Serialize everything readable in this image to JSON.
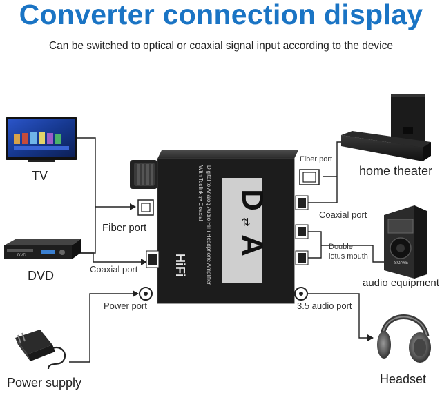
{
  "title": "Converter connection display",
  "subtitle": "Can be switched to optical or coaxial signal input according to the device",
  "devices": {
    "tv": "TV",
    "dvd": "DVD",
    "power_supply": "Power supply",
    "home_theater": "home theater",
    "audio_equipment": "audio equipment",
    "headset": "Headset"
  },
  "ports": {
    "fiber_port_in": "Fiber port",
    "coaxial_port_in": "Coaxial port",
    "power_port": "Power port",
    "fiber_port_out": "Fiber port",
    "coaxial_port_out": "Coaxial port",
    "double_lotus_mouth_1": "Double",
    "double_lotus_mouth_2": "lotus mouth",
    "audio_port_35": "3.5 audio port"
  },
  "device_box": {
    "logo_d": "D",
    "logo_a": "A",
    "brand": "HiFi",
    "desc_line1": "Digital to Analog Audio HiFi Headphone Amplifier",
    "desc_line2": "With Toslink ⇄ Coaxial"
  },
  "dvd_brand": "DVD",
  "speaker_brand": "SOAYE",
  "colors": {
    "title": "#1a74c4",
    "line": "#222222",
    "device": "#1c1c1c"
  }
}
